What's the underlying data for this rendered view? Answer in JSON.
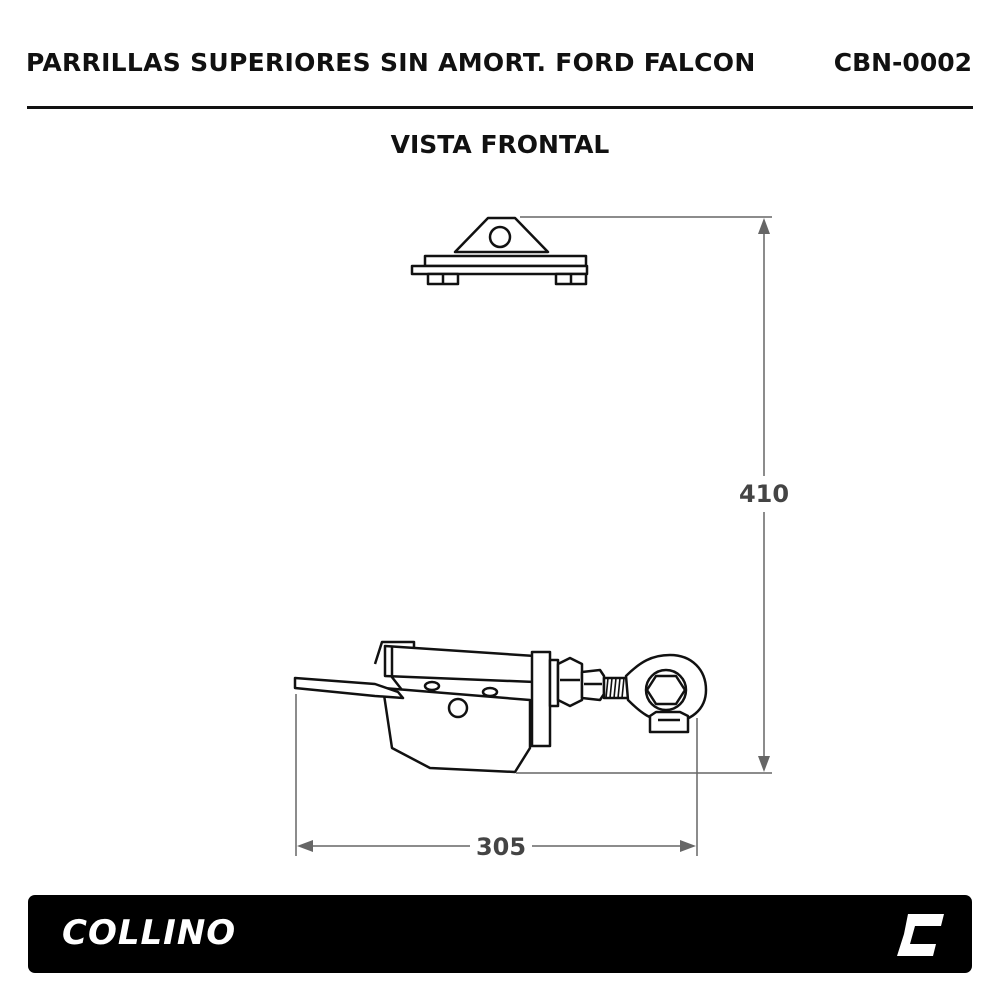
{
  "header": {
    "title": "PARRILLAS SUPERIORES SIN AMORT. FORD FALCON",
    "code": "CBN-0002"
  },
  "view": {
    "title": "VISTA FRONTAL"
  },
  "dimensions": {
    "height_label": "410",
    "width_label": "305"
  },
  "footer": {
    "brand": "COLLINO",
    "logo_icon": "collino-c-logo-icon",
    "background": "#000000",
    "text_color": "#ffffff"
  },
  "colors": {
    "line": "#111111",
    "dimension": "#666666",
    "dimension_text": "#444444"
  }
}
